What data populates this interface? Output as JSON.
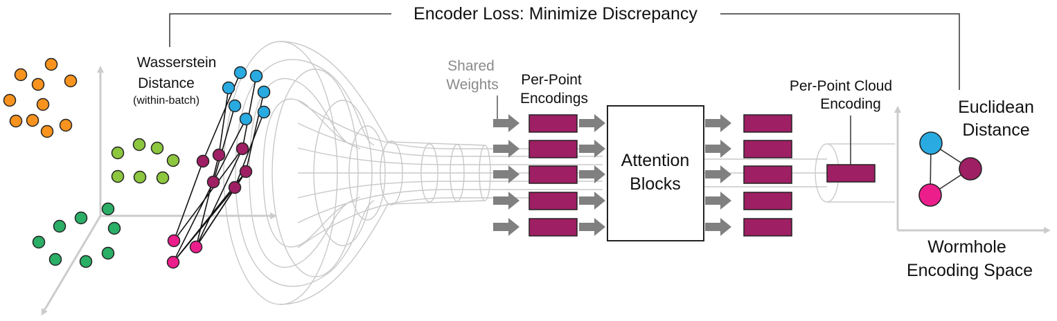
{
  "title": "Encoder Loss: Minimize Discrepancy",
  "wasserstein": {
    "line1": "Wasserstein",
    "line2": "Distance",
    "note": "(within-batch)"
  },
  "shared_weights": {
    "line1": "Shared",
    "line2": "Weights"
  },
  "per_point_encodings": {
    "line1": "Per-Point",
    "line2": "Encodings"
  },
  "attention": {
    "line1": "Attention",
    "line2": "Blocks"
  },
  "cloud_encoding": {
    "line1": "Per-Point Cloud",
    "line2": "Encoding"
  },
  "euclidean": {
    "line1": "Euclidean",
    "line2": "Distance"
  },
  "space": {
    "line1": "Wormhole",
    "line2": "Encoding Space"
  },
  "colors": {
    "orange": "#f7931e",
    "light_green": "#8dc63f",
    "green": "#2bae66",
    "blue": "#29aae1",
    "purple": "#9e1f63",
    "pink": "#ec1e8c",
    "arrow_gray": "#808080",
    "wire_gray": "#c8c8c8"
  }
}
